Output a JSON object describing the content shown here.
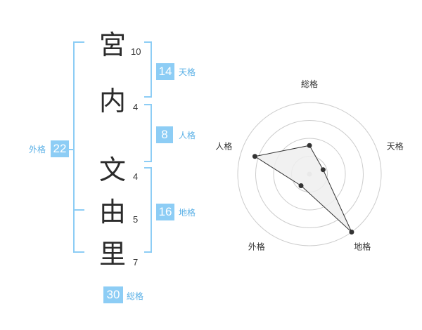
{
  "name": {
    "characters": [
      {
        "char": "宮",
        "strokes": "10"
      },
      {
        "char": "内",
        "strokes": "4"
      },
      {
        "char": "文",
        "strokes": "4"
      },
      {
        "char": "由",
        "strokes": "5"
      },
      {
        "char": "里",
        "strokes": "7"
      }
    ]
  },
  "kakusu": {
    "tenkaku": {
      "value": "14",
      "label": "天格"
    },
    "jinkaku": {
      "value": "8",
      "label": "人格"
    },
    "chikaku": {
      "value": "16",
      "label": "地格"
    },
    "gaikaku": {
      "value": "22",
      "label": "外格"
    },
    "soukaku": {
      "value": "30",
      "label": "総格"
    }
  },
  "chart_data": {
    "type": "radar",
    "axes": [
      "総格",
      "天格",
      "地格",
      "外格",
      "人格"
    ],
    "levels": 4,
    "values": [
      2,
      1,
      5,
      1,
      4
    ],
    "max": 5,
    "grid": true,
    "colors": {
      "fill": "#efefef",
      "stroke": "#333333",
      "grid": "#cccccc",
      "center": "#c8c8c8"
    }
  },
  "colors": {
    "accent": "#8dcdf5",
    "accent_text": "#5ab0e6"
  }
}
